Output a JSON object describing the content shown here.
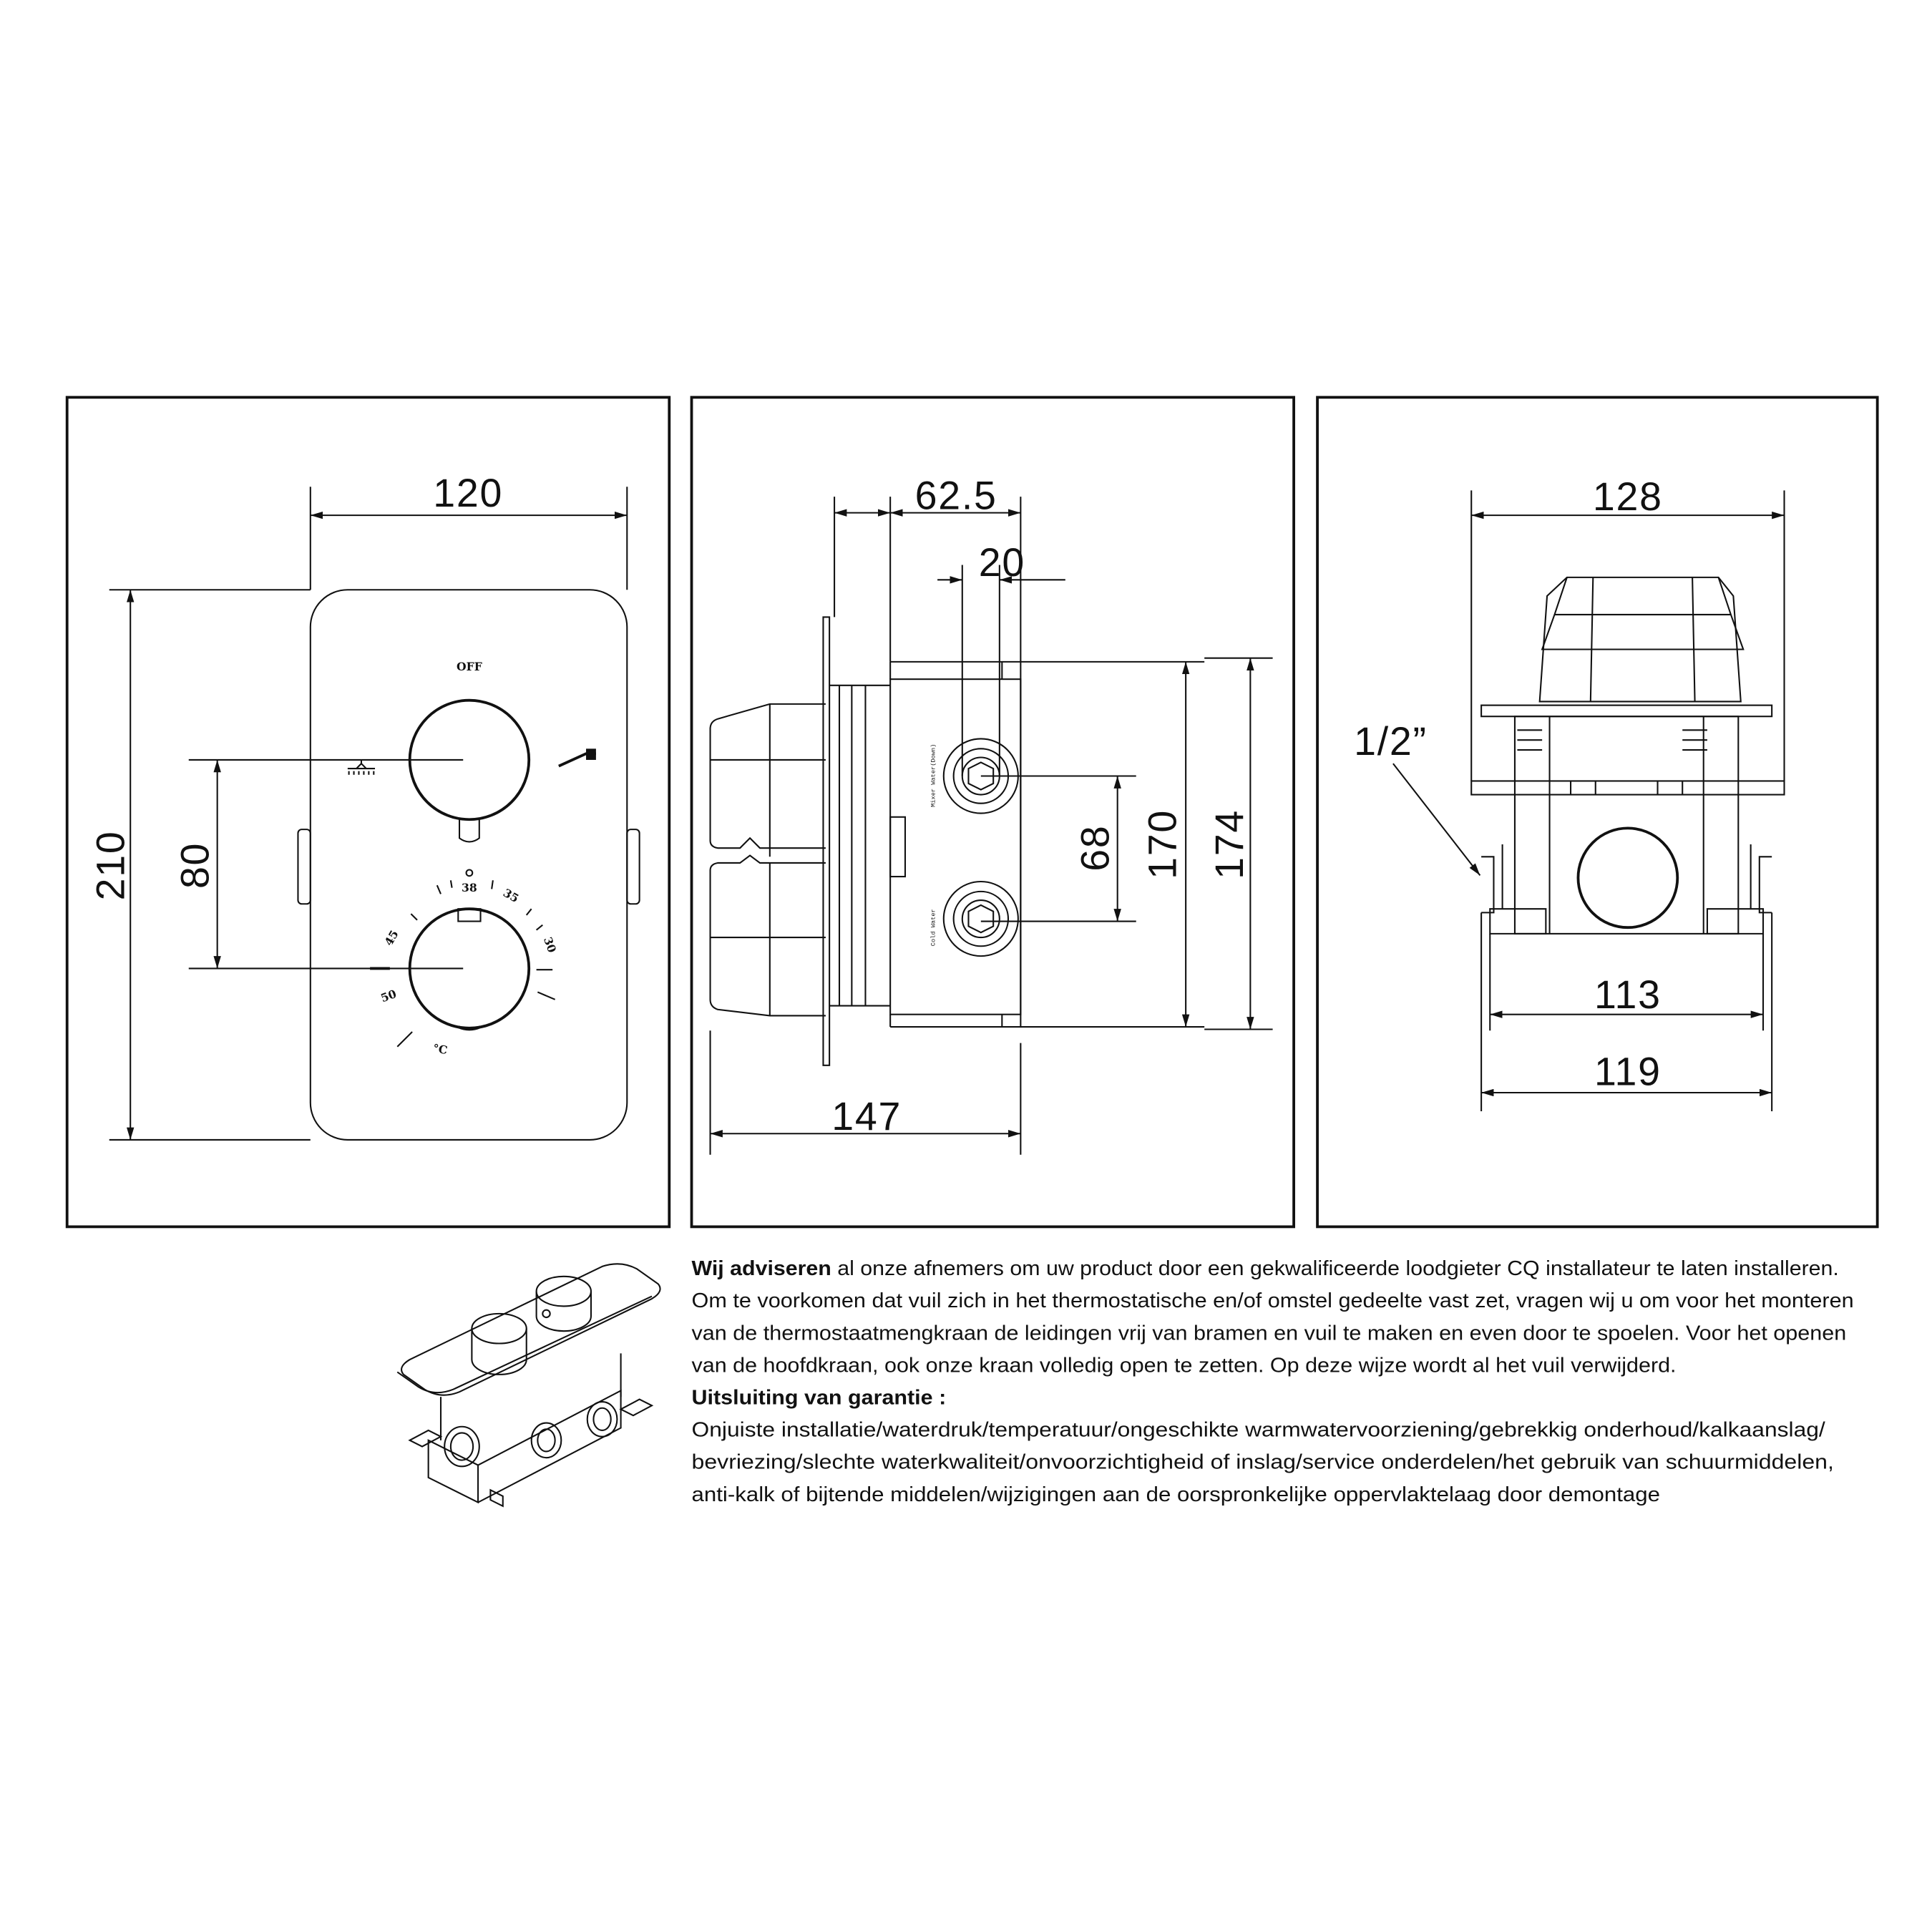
{
  "front_view": {
    "width_label": "120",
    "height_label": "210",
    "spacing_label": "80",
    "off_label": "OFF",
    "temp_scale": [
      "38",
      "35",
      "30",
      "45",
      "50"
    ],
    "temp_unit": "°C"
  },
  "side_view": {
    "dim_62_5": "62.5",
    "dim_20": "20",
    "dim_147": "147",
    "dim_68": "68",
    "dim_170": "170",
    "dim_174": "174",
    "port_top_label": "Mixer Water(Down)",
    "port_bottom_label": "Cold Water"
  },
  "top_view": {
    "dim_128": "128",
    "dim_113": "113",
    "dim_119": "119",
    "thread_label": "1/2”"
  },
  "notes": {
    "line1_bold": "Wij adviseren",
    "line1_rest": " al onze afnemers om uw product door een gekwalificeerde loodgieter CQ installateur te laten installeren.",
    "line2": "Om te voorkomen dat vuil zich in het thermostatische en/of omstel gedeelte vast zet, vragen wij u om voor het monteren",
    "line3": "van  de thermostaatmengkraan de leidingen vrij van bramen en vuil te maken en even door te spoelen. Voor het openen",
    "line4": "van de hoofdkraan, ook onze kraan volledig open te zetten. Op deze wijze wordt al het vuil verwijderd.",
    "warranty_heading": "Uitsluiting van garantie :",
    "line6": "Onjuiste installatie/waterdruk/temperatuur/ongeschikte warmwatervoorziening/gebrekkig onderhoud/kalkaanslag/",
    "line7": "bevriezing/slechte waterkwaliteit/onvoorzichtigheid of inslag/service onderdelen/het gebruik van schuurmiddelen,",
    "line8": "anti-kalk of bijtende middelen/wijzigingen aan de oorspronkelijke oppervlaktelaag  door demontage"
  }
}
